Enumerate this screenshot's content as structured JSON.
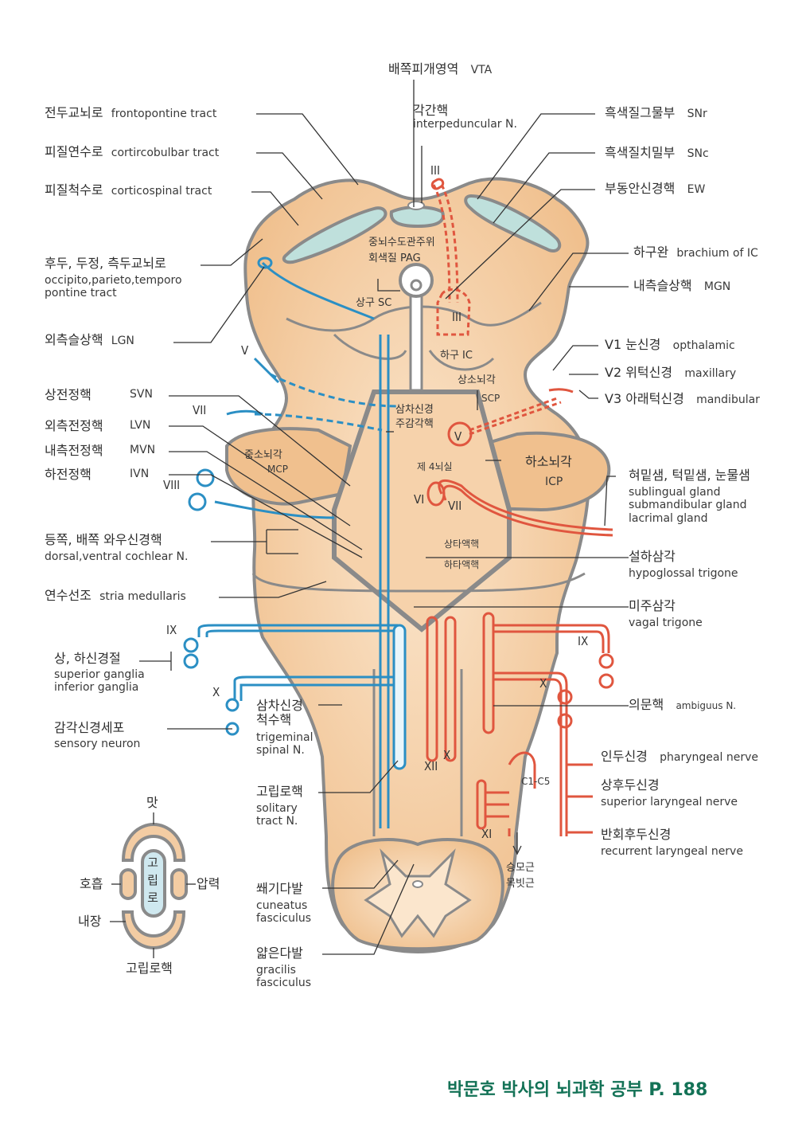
{
  "title_footer": "박문호 박사의 뇌과학 공부 P. 188",
  "colors": {
    "tissue": "#f2c89a",
    "tissue_light": "#fae3c8",
    "outline": "#8a8a8a",
    "sensory_blue": "#2b8fc4",
    "motor_red": "#e0563f",
    "teal_fill": "#bfe0dc",
    "footer_green": "#137256"
  },
  "labels_left": [
    {
      "ko": "전두교뇌로",
      "en": "frontopontine tract"
    },
    {
      "ko": "피질연수로",
      "en": "cortircobulbar tract"
    },
    {
      "ko": "피질척수로",
      "en": "corticospinal tract"
    },
    {
      "ko": "후두, 두정, 측두교뇌로",
      "en": "occipito,parieto,temporo",
      "en2": "pontine tract"
    },
    {
      "ko": "외측슬상핵",
      "en": "LGN"
    },
    {
      "ko": "상전정핵",
      "en": "SVN"
    },
    {
      "ko": "외측전정핵",
      "en": "LVN"
    },
    {
      "ko": "내측전정핵",
      "en": "MVN"
    },
    {
      "ko": "하전정핵",
      "en": "IVN"
    },
    {
      "ko": "등쪽, 배쪽 와우신경핵",
      "en": "dorsal,ventral cochlear N."
    },
    {
      "ko": "연수선조",
      "en": "stria medullaris"
    },
    {
      "ko": "상, 하신경절",
      "en": "superior ganglia",
      "en2": "inferior ganglia"
    },
    {
      "ko": "감각신경세포",
      "en": "sensory neuron"
    }
  ],
  "labels_top": [
    {
      "ko": "배쪽피개영역",
      "en": "VTA"
    },
    {
      "ko": "각간핵",
      "en": "interpeduncular N."
    }
  ],
  "labels_right": [
    {
      "ko": "흑색질그물부",
      "en": "SNr"
    },
    {
      "ko": "흑색질치밀부",
      "en": "SNc"
    },
    {
      "ko": "부동안신경핵",
      "en": "EW"
    },
    {
      "ko": "하구완",
      "en": "brachium of IC"
    },
    {
      "ko": "내측슬상핵",
      "en": "MGN"
    },
    {
      "ko": "V1 눈신경",
      "en": "opthalamic"
    },
    {
      "ko": "V2 위턱신경",
      "en": "maxillary"
    },
    {
      "ko": "V3 아래턱신경",
      "en": "mandibular"
    },
    {
      "ko": "혀밑샘, 턱밑샘, 눈물샘",
      "en": "sublingual gland",
      "en2": "submandibular gland",
      "en3": "lacrimal gland"
    },
    {
      "ko": "설하삼각",
      "en": "hypoglossal trigone"
    },
    {
      "ko": "미주삼각",
      "en": "vagal trigone"
    },
    {
      "ko": "의문핵",
      "en": "ambiguus N."
    },
    {
      "ko": "인두신경",
      "en": "pharyngeal nerve"
    },
    {
      "ko": "상후두신경",
      "en": "superior laryngeal nerve"
    },
    {
      "ko": "반회후두신경",
      "en": "recurrent laryngeal nerve"
    }
  ],
  "labels_center": [
    {
      "ko": "삼차신경",
      "ko2": "척수핵",
      "en": "trigeminal",
      "en2": "spinal N."
    },
    {
      "ko": "고립로핵",
      "en": "solitary",
      "en2": "tract N."
    },
    {
      "ko": "쐐기다발",
      "en": "cuneatus",
      "en2": "fasciculus"
    },
    {
      "ko": "얇은다발",
      "en": "gracilis",
      "en2": "fasciculus"
    }
  ],
  "inner_labels": {
    "pag_1": "중뇌수도관주위",
    "pag_2": "회색질  PAG",
    "sc": "상구 SC",
    "ic": "하구 IC",
    "scp_ko": "상소뇌각",
    "scp_en": "SCP",
    "trig_main_1": "삼차신경",
    "trig_main_2": "주감각핵",
    "mcp_ko": "중소뇌각",
    "mcp_en": "MCP",
    "icp_ko": "하소뇌각",
    "icp_en": "ICP",
    "ventricle": "제 4뇌실",
    "sup_saliv": "상타액핵",
    "inf_saliv": "하타액핵",
    "c1c5": "C1-C5",
    "trapezius_1": "승모근",
    "trapezius_2": "목빗근"
  },
  "nerve_numerals": {
    "III_top": "III",
    "III_nucleus": "III",
    "V_left": "V",
    "V_nucleus": "V",
    "VI": "VI",
    "VII_left": "VII",
    "VII_nucleus": "VII",
    "VIII": "VIII",
    "IX_left": "IX",
    "IX_right": "IX",
    "X_left": "X",
    "X_right": "X",
    "X_center": "X",
    "XI": "XI",
    "XII": "XII"
  },
  "solitary_inset": {
    "top": "맛",
    "left": "호흡",
    "right": "압력",
    "bottom_left": "내장",
    "bottom": "고립로핵",
    "center": [
      "고",
      "립",
      "로"
    ]
  }
}
